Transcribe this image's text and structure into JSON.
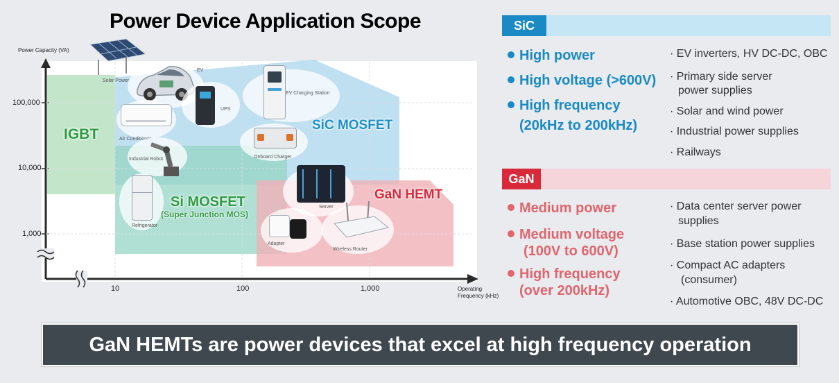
{
  "title": "Power Device Application Scope",
  "chart": {
    "y_axis_label": "Power Capacity (VA)",
    "x_axis_label_line1": "Operating",
    "x_axis_label_line2": "Frequency (kHz)",
    "y_ticks": [
      "100,000",
      "10,000",
      "1,000"
    ],
    "x_ticks": [
      "10",
      "100",
      "1,000"
    ],
    "regions": {
      "igbt": "IGBT",
      "sic": "SiC MOSFET",
      "si": "Si MOSFET",
      "si_sub": "(Super Junction MOS)",
      "gan": "GaN HEMT"
    },
    "applications": {
      "solar": "Solar Power",
      "ev": "EV",
      "ups": "UPS",
      "ev_charging": "EV Charging Station",
      "air_conditioner": "Air Conditioner",
      "industrial_robot": "Industrial Robot",
      "onboard_charger": "Onboard Charger",
      "refrigerator": "Refrigerator",
      "server": "Server",
      "adapter": "Adapter",
      "wireless_router": "Wireless Router"
    },
    "colors": {
      "igbt": "#c8e8cf",
      "sic": "#c3e2f1",
      "si": "#b4e0d3",
      "gan": "#f3c0c6"
    }
  },
  "sic": {
    "tag": "SiC",
    "features": [
      {
        "line1": "High power",
        "line2": ""
      },
      {
        "line1": "High voltage (>600V)",
        "line2": ""
      },
      {
        "line1": "High frequency",
        "line2": "(20kHz to 200kHz)"
      }
    ],
    "applications": [
      {
        "line1": "EV inverters, HV DC-DC, OBC",
        "line2": ""
      },
      {
        "line1": "Primary side server",
        "line2": "power supplies"
      },
      {
        "line1": "Solar and wind power",
        "line2": ""
      },
      {
        "line1": "Industrial power supplies",
        "line2": ""
      },
      {
        "line1": "Railways",
        "line2": ""
      }
    ],
    "color": "#1a8ac4"
  },
  "gan": {
    "tag": "GaN",
    "features": [
      {
        "line1": "Medium power",
        "line2": ""
      },
      {
        "line1": "Medium voltage",
        "line2": "(100V to 600V)"
      },
      {
        "line1": "High frequency",
        "line2": "(over 200kHz)"
      }
    ],
    "applications": [
      {
        "line1": "Data center server power",
        "line2": "supplies"
      },
      {
        "line1": "Base station power supplies",
        "line2": ""
      },
      {
        "line1": "Compact AC adapters",
        "line2": "(consumer)"
      },
      {
        "line1": "Automotive OBC, 48V DC-DC",
        "line2": ""
      }
    ],
    "color": "#d82a3a"
  },
  "banner": "GaN HEMTs are power devices that excel at high frequency operation"
}
